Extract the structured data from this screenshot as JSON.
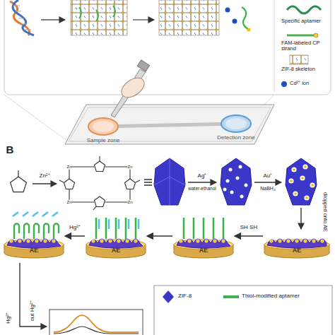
{
  "diagram": {
    "nodes": [
      {
        "text": [
          "Sample zone"
        ]
      },
      {
        "text": [
          "Detection zone"
        ]
      },
      {
        "text": [
          "AE"
        ]
      },
      {
        "text": [
          "AE"
        ]
      },
      {
        "text": [
          "AE"
        ]
      },
      {
        "text": [
          "AE"
        ]
      }
    ],
    "edges": [
      {
        "from": 0,
        "to": 1,
        "arrow": "none"
      },
      {
        "from": 5,
        "to": 4,
        "label": "SH SH",
        "arrow": "to"
      },
      {
        "from": 4,
        "to": 3,
        "arrow": "to"
      },
      {
        "from": 3,
        "to": 2,
        "label": "Hg²⁺",
        "arrow": "to"
      }
    ],
    "labels": [
      "B",
      "Zn²⁺",
      "Zn",
      "Zn",
      "Zn",
      "Zn",
      "Ag⁺",
      "water-ethanol",
      "Au⁺",
      "NaBH₄",
      "dropped onto AE",
      "Hg²⁺",
      "out Hg²⁺"
    ],
    "legend": [
      {
        "text": "Specific aptamer"
      },
      {
        "text": "FAM-labeled CP strand"
      },
      {
        "text": "ZIF-8 skeleton"
      },
      {
        "text": "Cd²⁺ ion"
      },
      {
        "text": "ZIF-8"
      },
      {
        "text": "Thiol-modified aptamer"
      }
    ]
  }
}
